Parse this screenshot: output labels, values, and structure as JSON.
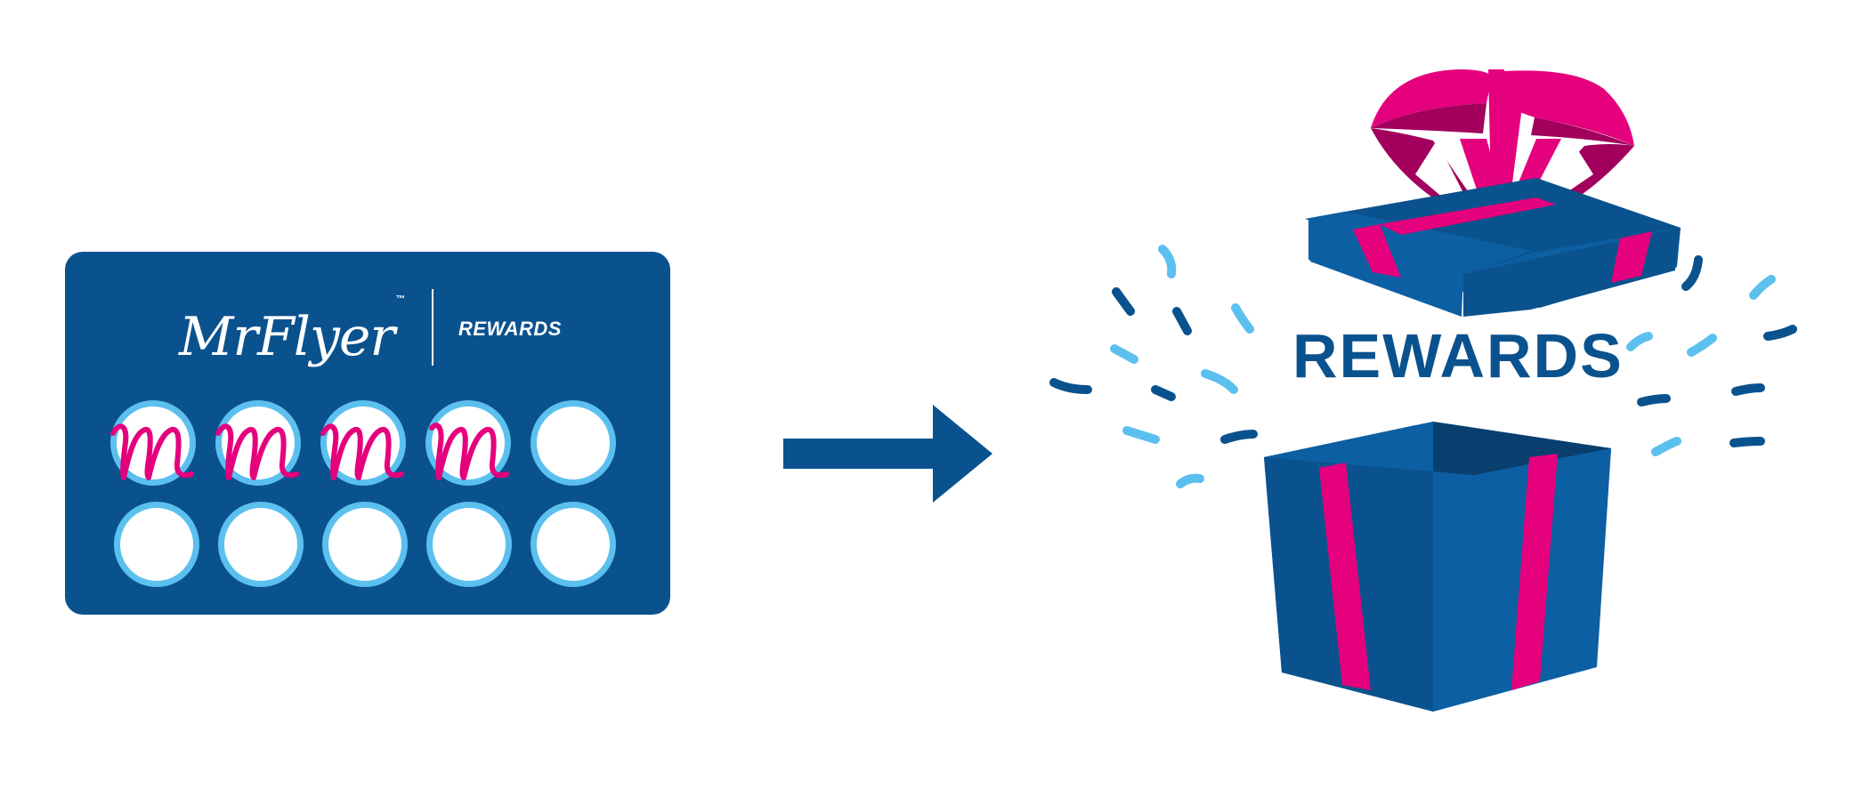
{
  "card": {
    "brand_name": "MrFlyer",
    "trademark": "™",
    "program_label": "REWARDS",
    "stamp_mark": "m",
    "stamps_total": 10,
    "stamps_filled": 4
  },
  "reward": {
    "label": "REWARDS"
  },
  "colors": {
    "navy": "#0a528e",
    "card_blue": "#0a528e",
    "light_blue": "#5cc0ef",
    "magenta": "#e5007d",
    "dark_magenta": "#a1005c",
    "white": "#ffffff"
  },
  "icons": {
    "arrow": "arrow-right-icon",
    "gift": "open-gift-box-icon",
    "confetti": "confetti-icon"
  }
}
